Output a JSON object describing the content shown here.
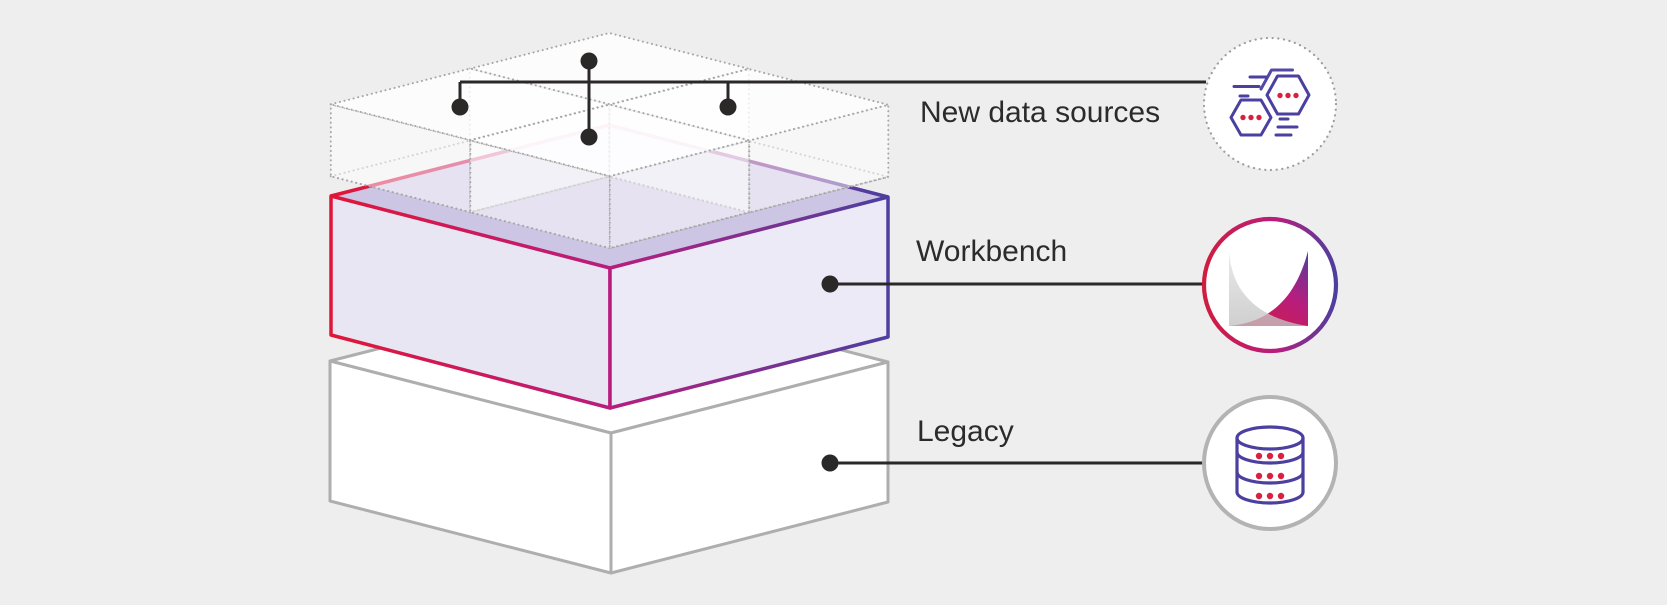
{
  "title": "Platform layers diagram",
  "background_color": "#eeeeef",
  "colors": {
    "red": "#e01638",
    "magenta": "#b81d7e",
    "purple": "#4c3f9f",
    "lavender_top": "#ccc5e3",
    "lavender_left": "#e9e6f4",
    "lavender_right": "#eceaf7",
    "legacy_edge": "#aeaeae",
    "legacy_face": "#ffffff",
    "wire_black": "#2b2828",
    "icon_purple": "#4b3f9f",
    "icon_dot_red": "#d9203e",
    "logo_red": "#d01d3f",
    "logo_purple": "#4c3f9e",
    "text": "#2b2b2b"
  },
  "layers": [
    {
      "label": "New data sources",
      "icon": "hexagon-cluster-icon"
    },
    {
      "label": "Workbench",
      "icon": "curves-logo-icon"
    },
    {
      "label": "Legacy",
      "icon": "database-icon"
    }
  ]
}
